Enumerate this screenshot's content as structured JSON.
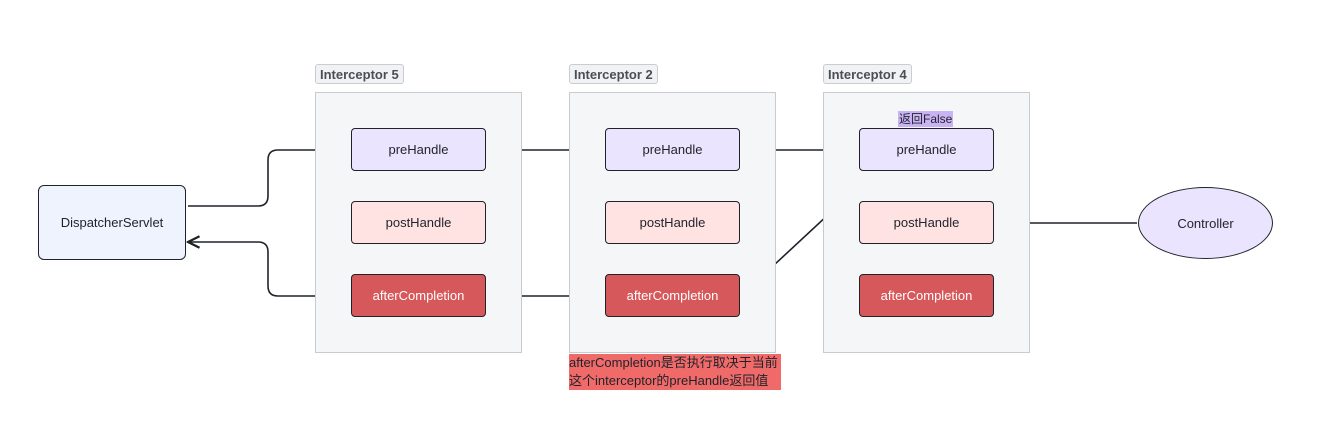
{
  "groups": [
    {
      "title": "Interceptor 5"
    },
    {
      "title": "Interceptor 2"
    },
    {
      "title": "Interceptor 4"
    }
  ],
  "nodes": {
    "dispatcher": "DispatcherServlet",
    "controller": "Controller",
    "pre_handle": "preHandle",
    "post_handle": "postHandle",
    "after_completion": "afterCompletion"
  },
  "annotations": {
    "returns_false": "返回False",
    "note": "afterCompletion是否执行取决于当前这个interceptor的preHandle返回值"
  },
  "colors": {
    "pre_handle_fill": "#ebe4ff",
    "post_handle_fill": "#ffe3e3",
    "after_completion_fill": "#d6585a",
    "dispatcher_fill": "#eef3fd",
    "note_highlight": "#f06a6a",
    "false_highlight": "#c9b3f4"
  }
}
